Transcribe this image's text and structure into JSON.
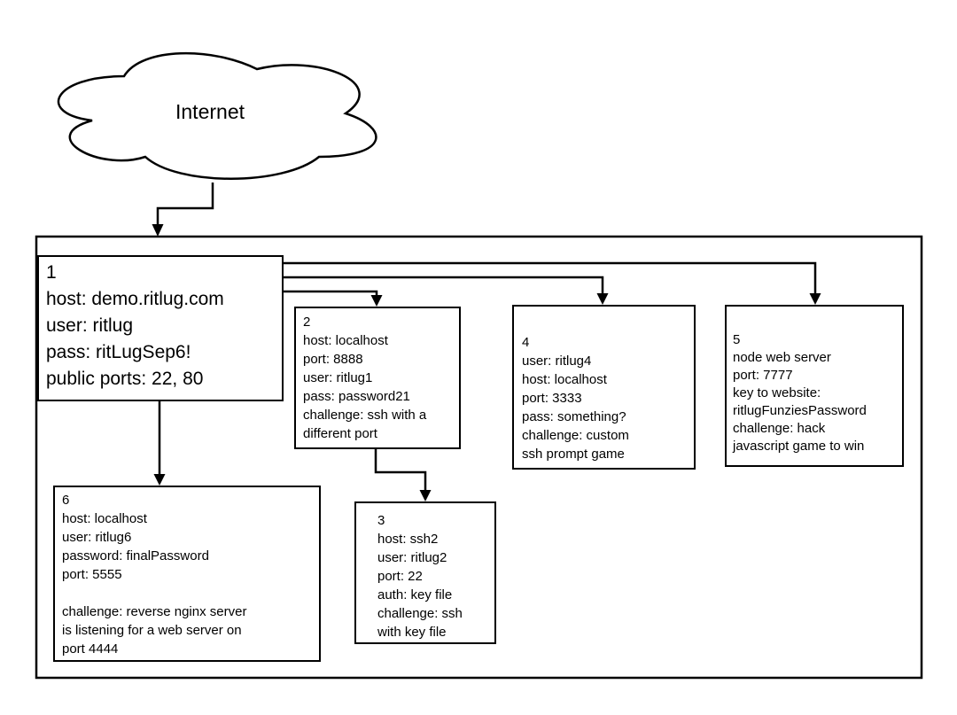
{
  "diagram": {
    "cloud": {
      "label": "Internet"
    },
    "colors": {
      "stroke": "#000000",
      "fill": "#ffffff"
    },
    "nodes": {
      "n1": {
        "lines": [
          "1",
          "host: demo.ritlug.com",
          "user: ritlug",
          "pass: ritLugSep6!",
          "public ports: 22, 80"
        ]
      },
      "n2": {
        "lines": [
          "2",
          "host: localhost",
          "port: 8888",
          "user: ritlug1",
          "pass: password21",
          "challenge: ssh with a",
          "different port"
        ]
      },
      "n3": {
        "lines": [
          "3",
          "host: ssh2",
          "user: ritlug2",
          "port: 22",
          "auth: key file",
          "challenge: ssh",
          "with key file"
        ]
      },
      "n4": {
        "lines": [
          "4",
          "user: ritlug4",
          "host: localhost",
          "port: 3333",
          "pass: something?",
          "challenge: custom",
          "ssh prompt game"
        ]
      },
      "n5": {
        "lines": [
          "5",
          "node web server",
          "port: 7777",
          "key to website:",
          "ritlugFunziesPassword",
          "challenge: hack",
          "javascript game to win"
        ]
      },
      "n6": {
        "lines": [
          "6",
          "host: localhost",
          "user: ritlug6",
          "password: finalPassword",
          "port: 5555",
          "",
          "challenge: reverse nginx server",
          "is listening for a web server on",
          "port 4444"
        ]
      }
    },
    "edges": [
      {
        "from": "cloud",
        "to": "container"
      },
      {
        "from": "n1",
        "to": "n5"
      },
      {
        "from": "n1",
        "to": "n4"
      },
      {
        "from": "n1",
        "to": "n2"
      },
      {
        "from": "n1",
        "to": "n6"
      },
      {
        "from": "n2",
        "to": "n3"
      }
    ]
  }
}
